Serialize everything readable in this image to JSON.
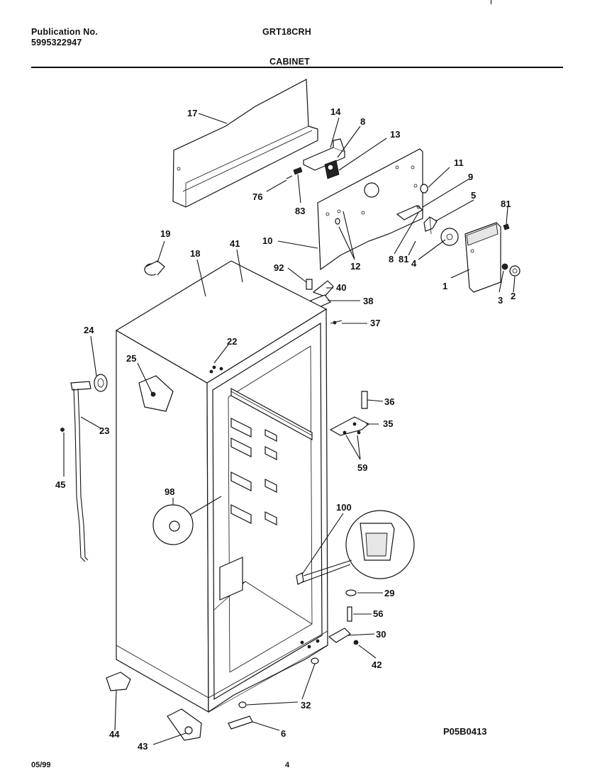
{
  "header": {
    "publication_label": "Publication No.",
    "publication_number": "5995322947",
    "model": "GRT18CRH",
    "section": "CABINET"
  },
  "footer": {
    "date": "05/99",
    "page": "4"
  },
  "diagram_code": "P05B0413",
  "callouts": [
    {
      "id": "c17",
      "text": "17"
    },
    {
      "id": "c14",
      "text": "14"
    },
    {
      "id": "c8a",
      "text": "8"
    },
    {
      "id": "c13",
      "text": "13"
    },
    {
      "id": "c11",
      "text": "11"
    },
    {
      "id": "c9",
      "text": "9"
    },
    {
      "id": "c5",
      "text": "5"
    },
    {
      "id": "c81a",
      "text": "81"
    },
    {
      "id": "c76",
      "text": "76"
    },
    {
      "id": "c83",
      "text": "83"
    },
    {
      "id": "c10",
      "text": "10"
    },
    {
      "id": "c12",
      "text": "12"
    },
    {
      "id": "c8b",
      "text": "8"
    },
    {
      "id": "c81b",
      "text": "81"
    },
    {
      "id": "c4",
      "text": "4"
    },
    {
      "id": "c1",
      "text": "1"
    },
    {
      "id": "c3",
      "text": "3"
    },
    {
      "id": "c2",
      "text": "2"
    },
    {
      "id": "c19",
      "text": "19"
    },
    {
      "id": "c18",
      "text": "18"
    },
    {
      "id": "c41",
      "text": "41"
    },
    {
      "id": "c92",
      "text": "92"
    },
    {
      "id": "c40",
      "text": "40"
    },
    {
      "id": "c38",
      "text": "38"
    },
    {
      "id": "c37",
      "text": "37"
    },
    {
      "id": "c24",
      "text": "24"
    },
    {
      "id": "c22",
      "text": "22"
    },
    {
      "id": "c25",
      "text": "25"
    },
    {
      "id": "c23",
      "text": "23"
    },
    {
      "id": "c36",
      "text": "36"
    },
    {
      "id": "c35",
      "text": "35"
    },
    {
      "id": "c45",
      "text": "45"
    },
    {
      "id": "c59",
      "text": "59"
    },
    {
      "id": "c98",
      "text": "98"
    },
    {
      "id": "c100",
      "text": "100"
    },
    {
      "id": "c29",
      "text": "29"
    },
    {
      "id": "c56",
      "text": "56"
    },
    {
      "id": "c30",
      "text": "30"
    },
    {
      "id": "c42",
      "text": "42"
    },
    {
      "id": "c32",
      "text": "32"
    },
    {
      "id": "c44",
      "text": "44"
    },
    {
      "id": "c6",
      "text": "6"
    },
    {
      "id": "c43",
      "text": "43"
    }
  ]
}
